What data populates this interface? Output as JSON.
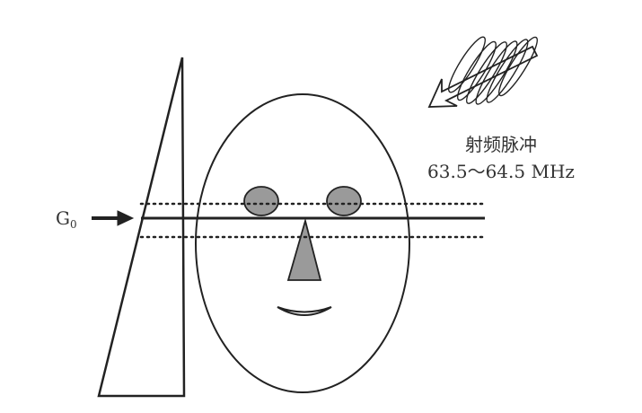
{
  "labels": {
    "g0_base": "G",
    "g0_subscript": "0",
    "rf_pulse_title": "射频脉冲",
    "rf_pulse_frequency": "63.5～64.5 MHz"
  },
  "colors": {
    "stroke": "#222222",
    "fill_gray": "#9a9a9a",
    "background": "#ffffff",
    "text": "#333333"
  }
}
